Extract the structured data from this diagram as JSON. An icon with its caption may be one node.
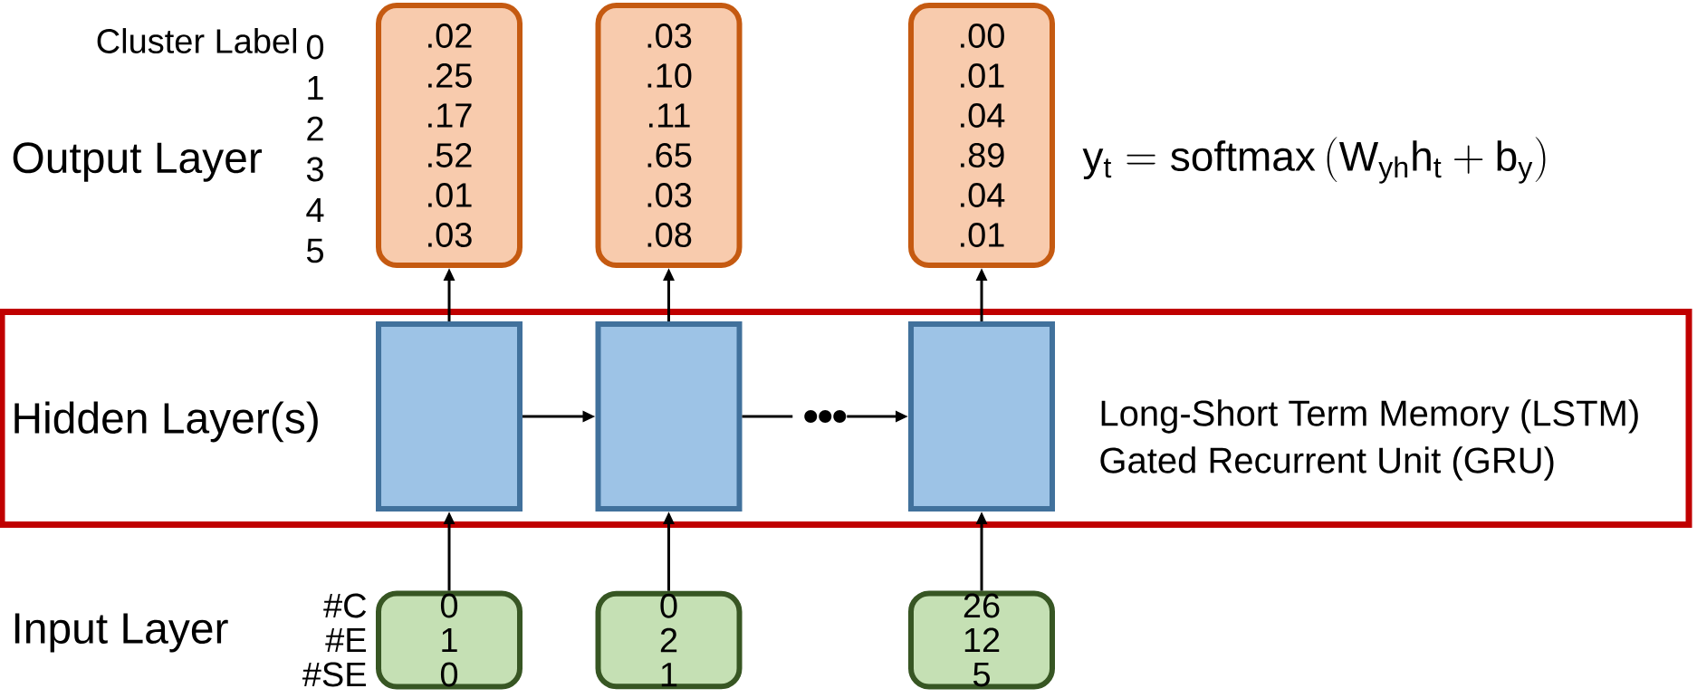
{
  "diagram": {
    "nodes": [
      {
        "text": [
          "Hidden Layer(s)",
          "Long-Short Term Memory (LSTM)",
          "Gated Recurrent Unit (GRU)"
        ]
      },
      {
        "text": [
          ".02",
          ".25",
          ".17",
          ".52",
          ".01",
          ".03"
        ],
        "beside": [
          "0",
          "1",
          "2",
          "3",
          "4",
          "5"
        ]
      },
      {
        "text": [
          ".03",
          ".10",
          ".11",
          ".65",
          ".03",
          ".08"
        ]
      },
      {
        "text": [
          ".00",
          ".01",
          ".04",
          ".89",
          ".04",
          ".01"
        ]
      },
      {
        "text": [],
        "shape": "box",
        "in": 0
      },
      {
        "text": [],
        "shape": "box",
        "in": 0
      },
      {
        "text": [],
        "shape": "box",
        "in": 0
      },
      {
        "text": [
          "0",
          "1",
          "0"
        ],
        "beside": [
          "#C",
          "#E",
          "#SE"
        ]
      },
      {
        "text": [
          "0",
          "2",
          "1"
        ]
      },
      {
        "text": [
          "26",
          "12",
          "5"
        ]
      }
    ],
    "edges": [
      {
        "from": 7,
        "to": 4,
        "arrow": "to"
      },
      {
        "from": 8,
        "to": 5,
        "arrow": "to"
      },
      {
        "from": 9,
        "to": 6,
        "arrow": "to"
      },
      {
        "from": 4,
        "to": 1,
        "arrow": "to"
      },
      {
        "from": 5,
        "to": 2,
        "arrow": "to"
      },
      {
        "from": 6,
        "to": 3,
        "arrow": "to"
      },
      {
        "from": 4,
        "to": 5,
        "arrow": "to"
      },
      {
        "from": 5,
        "to": 6,
        "arrow": "to"
      }
    ],
    "labels": [
      "Cluster Label",
      "Output Layer",
      "\\mathrm{y_t} = \\mathrm{softmax}\\left(\\mathrm{W_{yh}h_t} + \\mathrm{b_y}\\right)",
      "Input Layer"
    ]
  }
}
